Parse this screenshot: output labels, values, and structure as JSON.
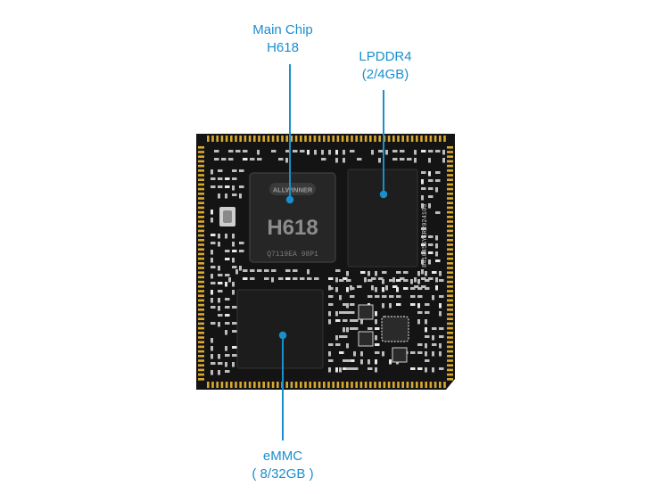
{
  "labels": {
    "main_chip": {
      "line1": "Main Chip",
      "line2": "H618"
    },
    "lpddr4": {
      "line1": "LPDDR4",
      "line2": "(2/4GB)"
    },
    "emmc": {
      "line1": "eMMC",
      "line2": "( 8/32GB )"
    }
  },
  "chip": {
    "logo_text": "ALLWINNER",
    "model": "H618",
    "code": "Q7119EA  98P1"
  },
  "ram_side_text": "8410455YER2024100",
  "colors": {
    "accent": "#1a8fcf",
    "board": "#141414",
    "gold": "#d9a833",
    "chip": "#262626"
  }
}
